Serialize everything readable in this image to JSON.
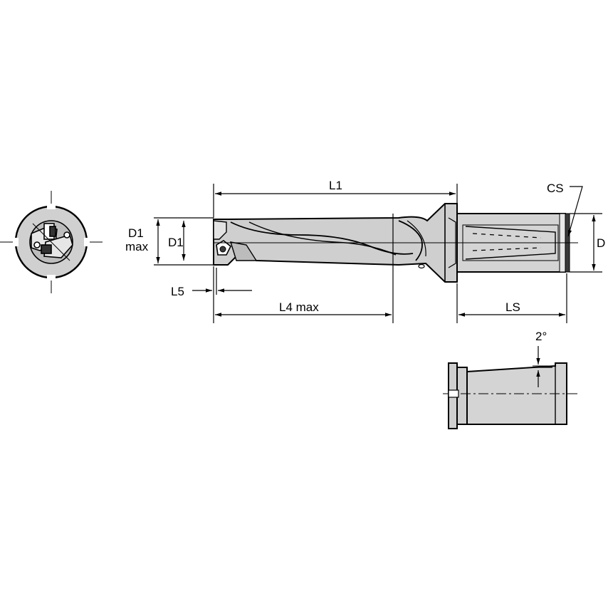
{
  "labels": {
    "L1": "L1",
    "CS": "CS",
    "D1max_line1": "D1",
    "D1max_line2": "max",
    "D1": "D1",
    "D": "D",
    "L5": "L5",
    "L4max": "L4 max",
    "LS": "LS",
    "angle": "2°"
  },
  "colors": {
    "line": "#000000",
    "body_fill": "#c8c8c8",
    "shank_fill": "#d2d2d2",
    "dark_fill": "#3a3a3a"
  }
}
